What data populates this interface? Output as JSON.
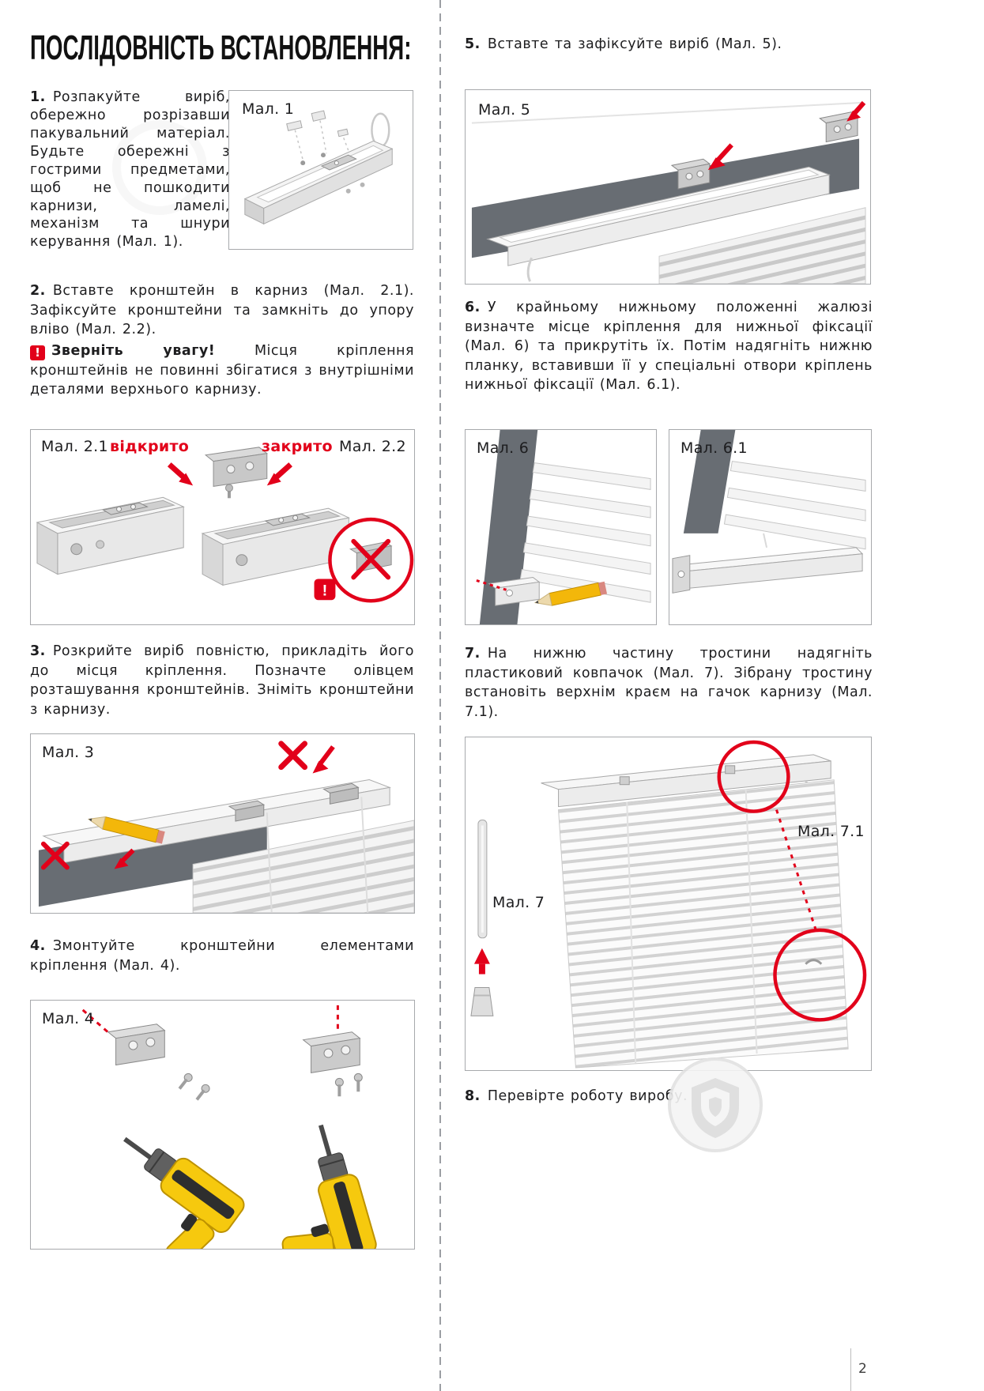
{
  "page": {
    "title": "ПОСЛІДОВНІСТЬ ВСТАНОВЛЕННЯ:",
    "number": "2"
  },
  "icons": {
    "warning_glyph": "!"
  },
  "steps": {
    "s1": {
      "num": "1.",
      "text": "Розпакуйте виріб, обережно розрізавши пакувальний матеріал. Будьте обережні з гострими предметами, щоб не пошкодити карнизи, ламелі, механізм та шнури керування (Мал. 1)."
    },
    "s2": {
      "num": "2.",
      "text": "Вставте кронштейн в карниз (Мал. 2.1). Зафіксуйте кронштейни та замкніть до упору вліво (Мал. 2.2)."
    },
    "s2_warning": {
      "bold": "Зверніть увагу!",
      "text": "Місця кріплення кронштейнів не повинні збігатися з внутрішніми деталями верхнього карнизу."
    },
    "s3": {
      "num": "3.",
      "text": "Розкрийте виріб повністю, прикладіть його до місця кріплення. Позначте олівцем розташування кронштейнів. Зніміть кронштейни з карнизу."
    },
    "s4": {
      "num": "4.",
      "text": "Змонтуйте кронштейни елементами кріплення (Мал. 4)."
    },
    "s5": {
      "num": "5.",
      "text": "Вставте та зафіксуйте виріб (Мал. 5)."
    },
    "s6": {
      "num": "6.",
      "text": "У крайньому нижньому положенні жалюзі визначте місце кріплення для нижньої фіксації (Мал. 6) та прикрутіть їх. Потім надягніть нижню планку, вставивши її у спеціальні отвори кріплень нижньої фіксації (Мал. 6.1)."
    },
    "s7": {
      "num": "7.",
      "text": "На нижню частину тростини надягніть пластиковий ковпачок (Мал. 7). Зібрану тростину встановіть верхнім краєм на гачок карнизу (Мал. 7.1)."
    },
    "s8": {
      "num": "8.",
      "text": "Перевірте роботу виробу."
    }
  },
  "figures": {
    "fig1": "Мал. 1",
    "fig2_1": "Мал. 2.1",
    "fig2_2": "Мал. 2.2",
    "fig2_open": "відкрито",
    "fig2_closed": "закрито",
    "fig3": "Мал. 3",
    "fig4": "Мал. 4",
    "fig5": "Мал. 5",
    "fig6": "Мал. 6",
    "fig6_1": "Мал. 6.1",
    "fig7": "Мал. 7",
    "fig7_1": "Мал. 7.1"
  },
  "colors": {
    "accent_red": "#e2001a",
    "text": "#1d1d1f",
    "figure_border": "#a7a9ac",
    "recess_gray": "#686d73",
    "drill_yellow": "#f6c90e"
  }
}
